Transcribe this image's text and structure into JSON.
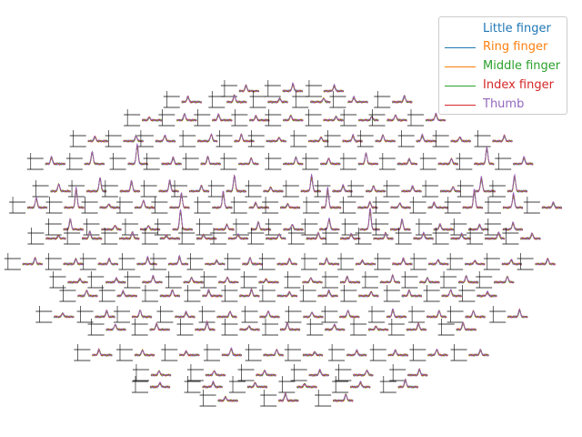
{
  "chart_data": {
    "type": "line",
    "title": "",
    "xlabel": "",
    "ylabel": "",
    "grid": false,
    "legend_position": "top-right",
    "series": [
      {
        "name": "Little finger",
        "color": "#1f77b4"
      },
      {
        "name": "Ring finger",
        "color": "#ff7f0e"
      },
      {
        "name": "Middle finger",
        "color": "#2ca02c"
      },
      {
        "name": "Index finger",
        "color": "#d62728"
      },
      {
        "name": "Thumb",
        "color": "#9467bd"
      }
    ]
  },
  "legend": {
    "items": [
      {
        "label": "Little finger",
        "color": "#1f77b4",
        "show_line": false
      },
      {
        "label": "Ring finger",
        "color": "#ff7f0e",
        "show_line": true,
        "line_color": "#1f77b4"
      },
      {
        "label": "Middle finger",
        "color": "#2ca02c",
        "show_line": true,
        "line_color": "#ff7f0e"
      },
      {
        "label": "Index finger",
        "color": "#d62728",
        "show_line": true,
        "line_color": "#2ca02c"
      },
      {
        "label": "Thumb",
        "color": "#9467bd",
        "show_line": true,
        "line_color": "#d62728"
      }
    ]
  }
}
